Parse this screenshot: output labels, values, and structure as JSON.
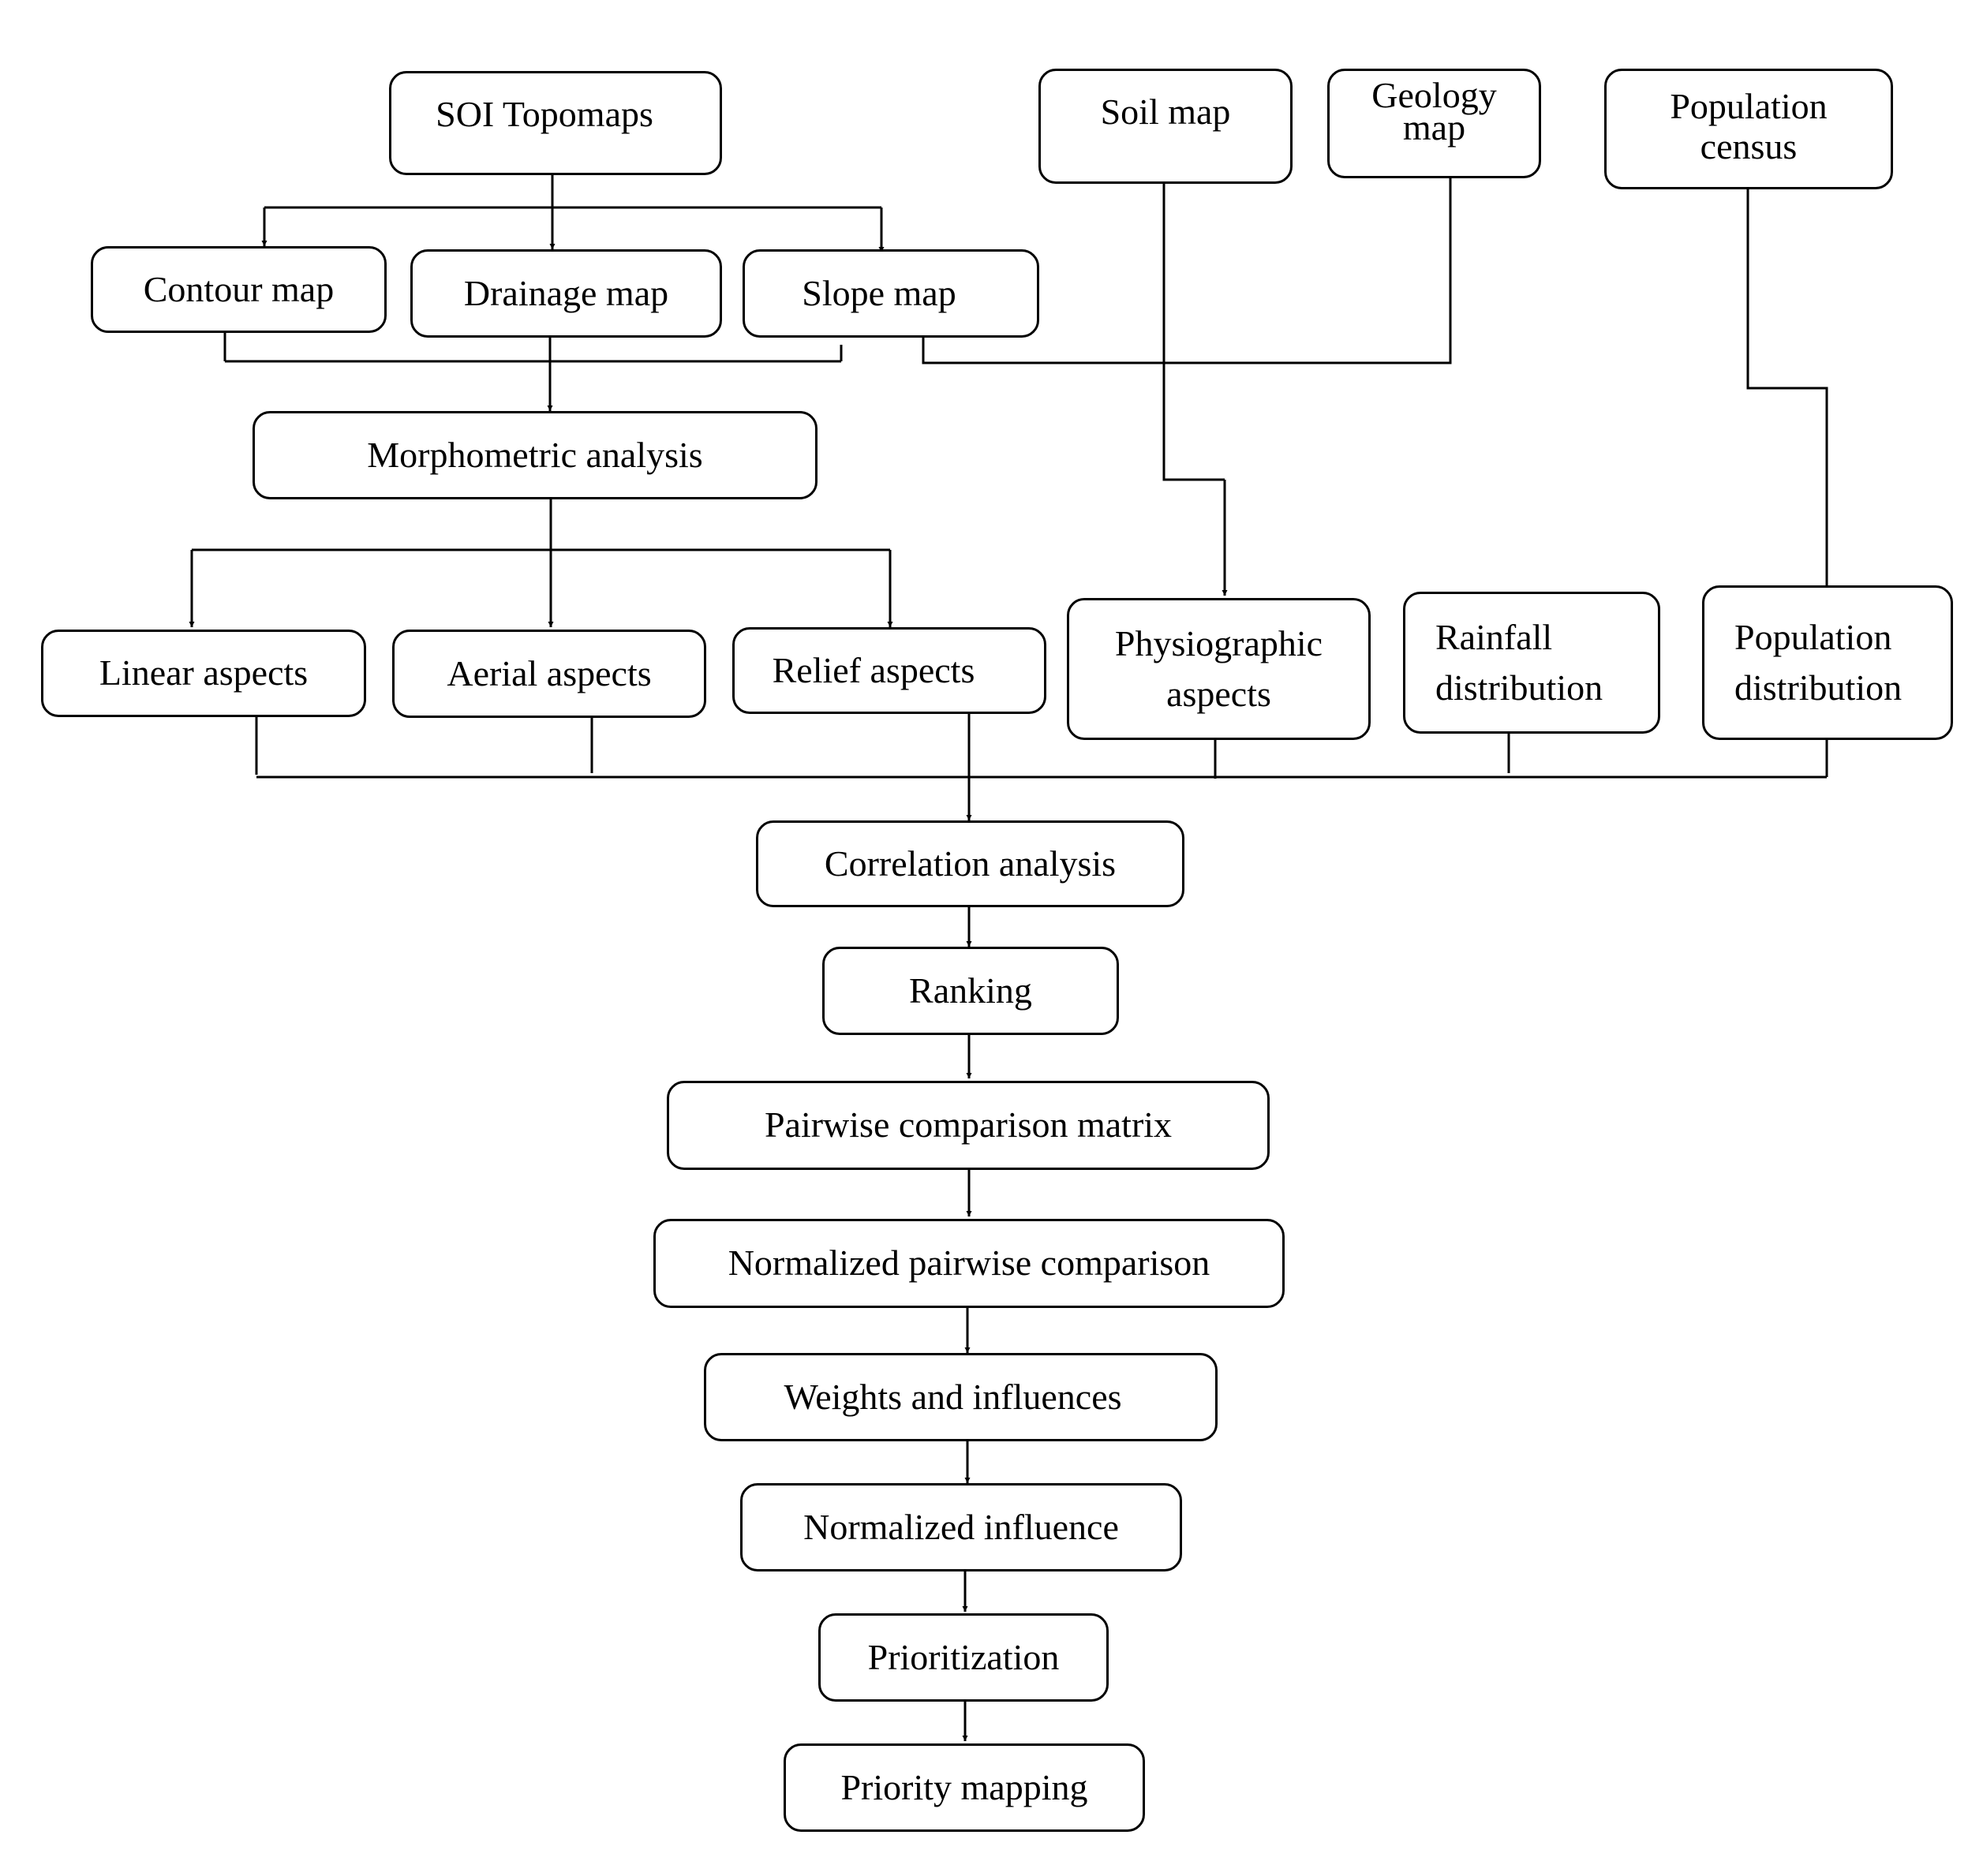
{
  "nodes": {
    "soi_topomaps": "SOI Topomaps",
    "soil_map": "Soil map",
    "geology_map": "Geology\nmap",
    "population_census": "Population\ncensus",
    "contour_map": "Contour map",
    "drainage_map": "Drainage map",
    "slope_map": "Slope map",
    "morphometric_analysis": "Morphometric analysis",
    "linear_aspects": "Linear aspects",
    "aerial_aspects": "Aerial aspects",
    "relief_aspects": "Relief aspects",
    "physiographic_aspects": "Physiographic\naspects",
    "rainfall_distribution": "Rainfall\ndistribution",
    "population_distribution": "Population\ndistribution",
    "correlation_analysis": "Correlation analysis",
    "ranking": "Ranking",
    "pairwise_comparison_matrix": "Pairwise comparison matrix",
    "normalized_pairwise_comparison": "Normalized pairwise comparison",
    "weights_and_influences": "Weights and influences",
    "normalized_influence": "Normalized influence",
    "prioritization": "Prioritization",
    "priority_mapping": "Priority mapping"
  }
}
